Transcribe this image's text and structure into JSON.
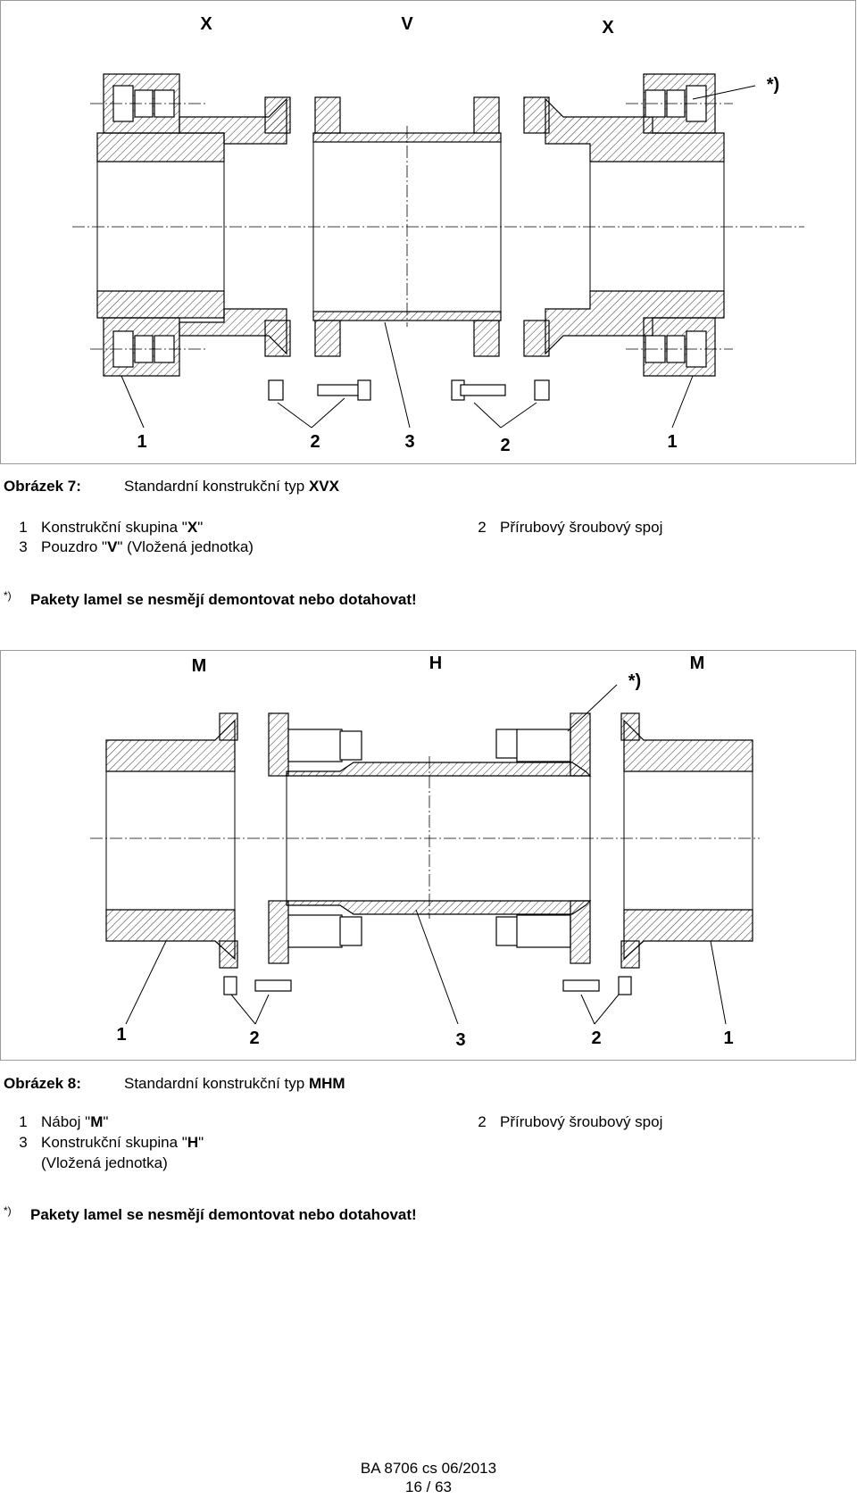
{
  "figure7": {
    "top_labels": [
      "X",
      "V",
      "X"
    ],
    "note_marker": "*)",
    "bottom_labels": [
      "1",
      "2",
      "3",
      "2",
      "1"
    ],
    "caption_number": "Obrázek 7:",
    "caption_text": "Standardní konstrukční typ ",
    "caption_type": "XVX",
    "legend": [
      {
        "num": "1",
        "pre": "Konstrukční skupina \"",
        "bold": "X",
        "post": "\""
      },
      {
        "num": "2",
        "pre": "Přírubový šroubový spoj",
        "bold": "",
        "post": ""
      },
      {
        "num": "3",
        "pre": "Pouzdro \"",
        "bold": "V",
        "post": "\" (Vložená jednotka)"
      }
    ],
    "note_sup": "*)",
    "note_text": "Pakety lamel se nesmějí demontovat nebo dotahovat!"
  },
  "figure8": {
    "top_labels": [
      "M",
      "H",
      "M"
    ],
    "note_marker": "*)",
    "bottom_labels": [
      "1",
      "2",
      "3",
      "2",
      "1"
    ],
    "caption_number": "Obrázek 8:",
    "caption_text": "Standardní konstrukční typ ",
    "caption_type": "MHM",
    "legend": [
      {
        "num": "1",
        "pre": "Náboj \"",
        "bold": "M",
        "post": "\""
      },
      {
        "num": "2",
        "pre": "Přírubový šroubový spoj",
        "bold": "",
        "post": ""
      },
      {
        "num": "3",
        "pre": "Konstrukční skupina \"",
        "bold": "H",
        "post": "\""
      },
      {
        "num": "",
        "pre": "(Vložená jednotka)",
        "bold": "",
        "post": ""
      }
    ],
    "note_sup": "*)",
    "note_text": "Pakety lamel se nesmějí demontovat nebo dotahovat!"
  },
  "footer": {
    "doc_ref": "BA 8706 cs 06/2013",
    "page": "16 / 63"
  }
}
